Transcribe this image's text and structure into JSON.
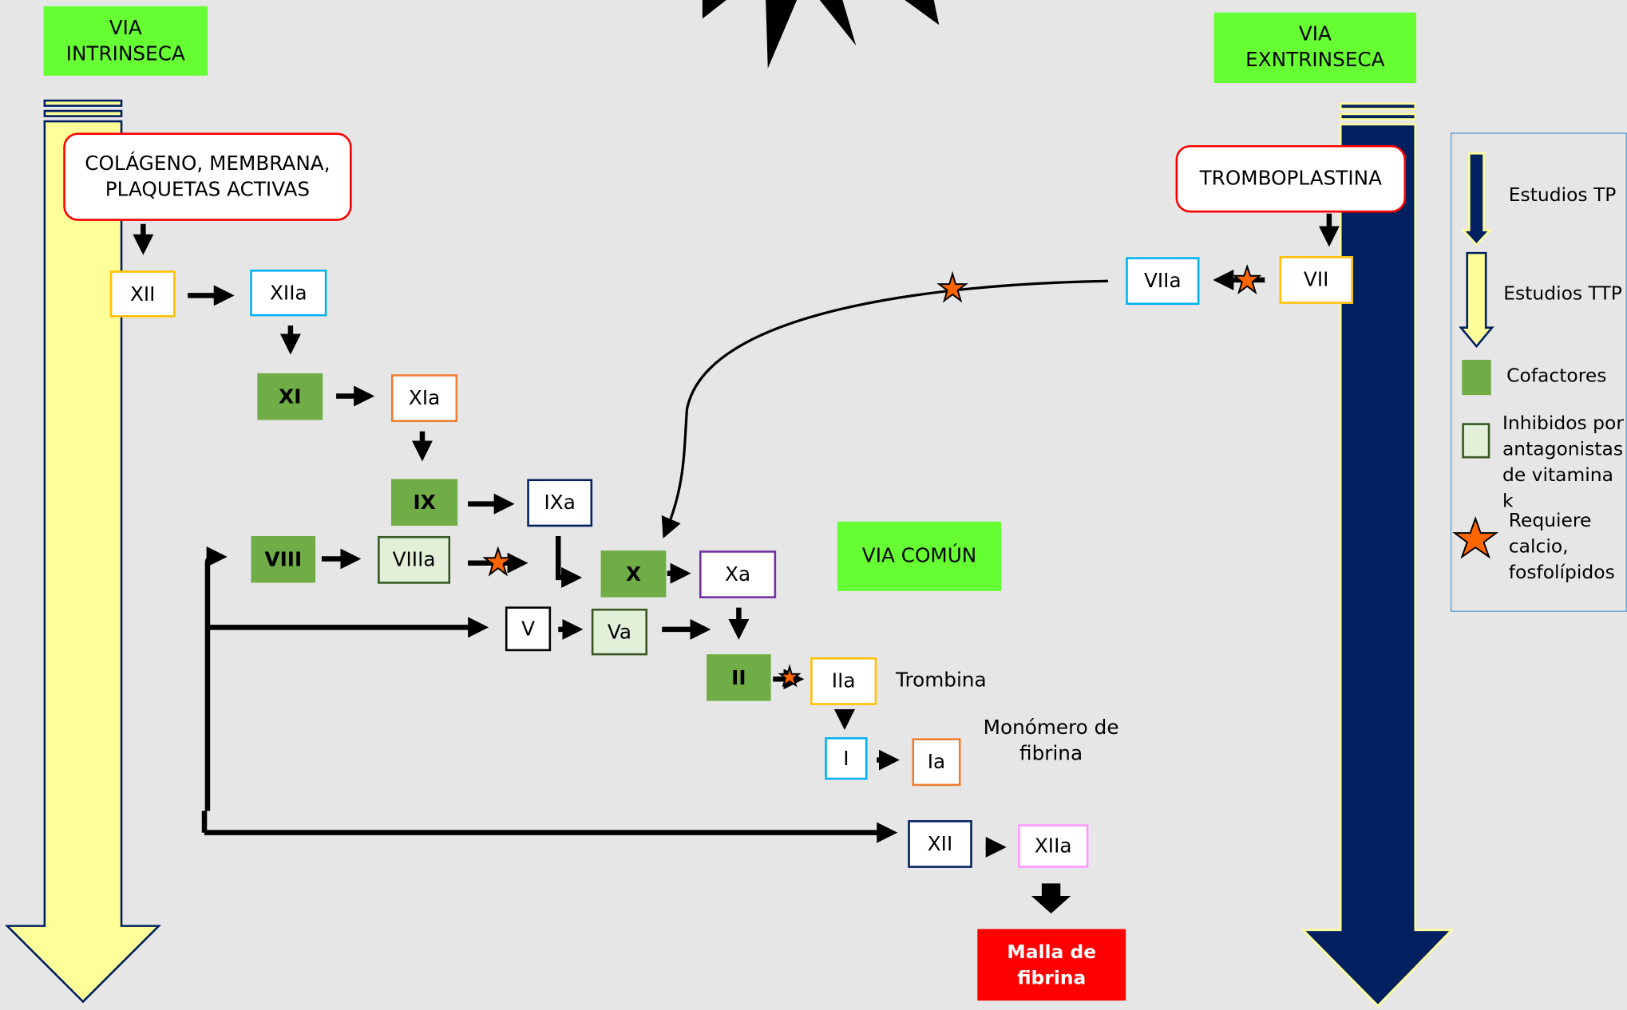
{
  "headers": {
    "intrinsic": "VIA\nINTRINSECA",
    "extrinsic": "VIA\nEXNTRINSECA",
    "common": "VIA COMÚN"
  },
  "triggers": {
    "intrinsic": "COLÁGENO, MEMBRANA,\nPLAQUETAS ACTIVAS",
    "extrinsic": "TROMBOPLASTINA"
  },
  "factors": {
    "xii": "XII",
    "xiia": "XIIa",
    "xi": "XI",
    "xia": "XIa",
    "ix": "IX",
    "ixa": "IXa",
    "viii": "VIII",
    "viiia": "VIIIa",
    "x": "X",
    "xa": "Xa",
    "v": "V",
    "va": "Va",
    "ii": "II",
    "iia": "IIa",
    "i": "I",
    "ia": "Ia",
    "xii2": "XII",
    "xiia2": "XIIa",
    "vii": "VII",
    "viia": "VIIa"
  },
  "annotations": {
    "thrombin": "Trombina",
    "fibrin_monomer": "Monómero de\nfibrina",
    "fibrin_mesh": "Malla de\nfibrina"
  },
  "legend": {
    "tp": "Estudios TP",
    "ttp": "Estudios TTP",
    "cofactors": "Cofactores",
    "inhibited": "Inhibidos por\nantagonistas\nde vitamina k",
    "calcium": "Requiere\ncalcio,\nfosfolípidos"
  },
  "colors": {
    "background": "#e6e6e6",
    "cofactor_green": "#70ad47",
    "inhibited_green": "#e2efd9",
    "header_lime": "#66ff33",
    "ttp_yellow": "#ffff99",
    "tp_navy": "#002060",
    "mesh_red": "#ff0000",
    "star_orange": "#ff6600"
  }
}
